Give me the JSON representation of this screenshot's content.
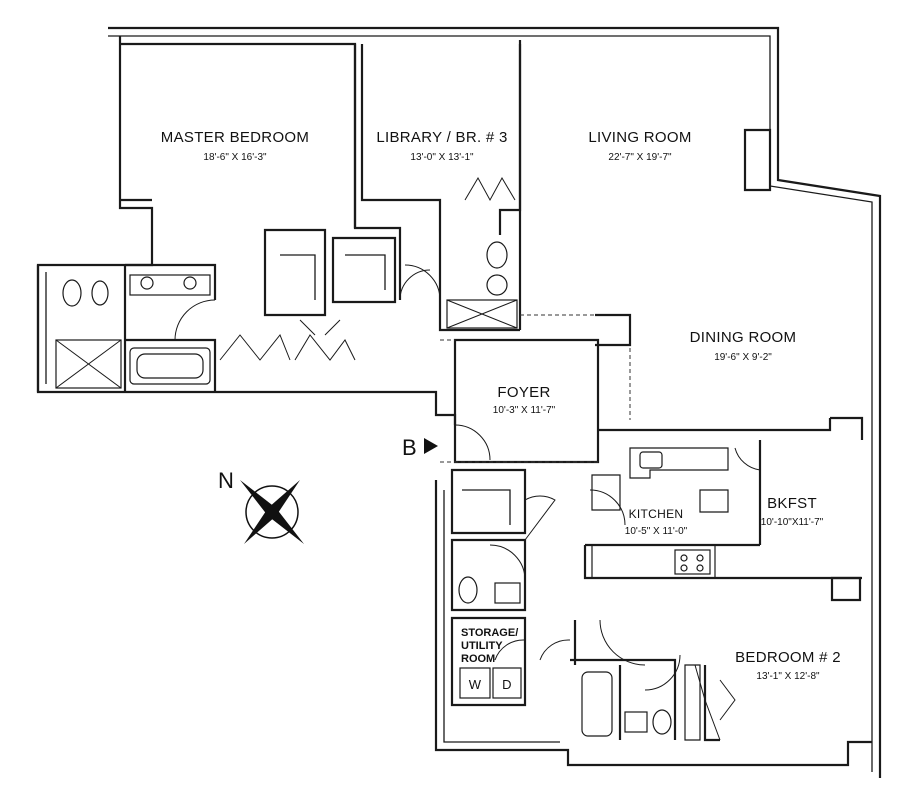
{
  "rooms": {
    "master_bedroom": {
      "name": "MASTER BEDROOM",
      "dims": "18'-6\" X 16'-3\""
    },
    "library": {
      "name": "LIBRARY / BR. # 3",
      "dims": "13'-0\" X 13'-1\""
    },
    "living_room": {
      "name": "LIVING ROOM",
      "dims": "22'-7\" X 19'-7\""
    },
    "dining_room": {
      "name": "DINING ROOM",
      "dims": "19'-6\" X 9'-2\""
    },
    "foyer": {
      "name": "FOYER",
      "dims": "10'-3\" X 11'-7\""
    },
    "kitchen": {
      "name": "KITCHEN",
      "dims": "10'-5\" X 11'-0\""
    },
    "bkfst": {
      "name": "BKFST",
      "dims": "10'-10\"X11'-7\""
    },
    "bedroom2": {
      "name": "BEDROOM # 2",
      "dims": "13'-1\" X 12'-8\""
    }
  },
  "storage": {
    "line1": "STORAGE/",
    "line2": "UTILITY",
    "line3": "ROOM",
    "washer": "W",
    "dryer": "D"
  },
  "compass": {
    "label": "N"
  },
  "entry_marker": {
    "label": "B"
  }
}
